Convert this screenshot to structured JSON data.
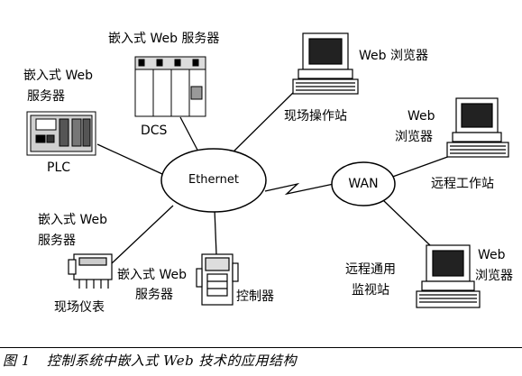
{
  "hub": {
    "ethernet": "Ethernet",
    "wan": "WAN"
  },
  "nodes": {
    "dcs": {
      "label_top": "嵌入式 Web 服务器",
      "label_bottom": "DCS"
    },
    "plc": {
      "label_line1": "嵌入式 Web",
      "label_line2": "服务器",
      "label_bottom": "PLC"
    },
    "field_station": {
      "label_right": "Web 浏览器",
      "label_bottom": "现场操作站"
    },
    "remote_workstation": {
      "label_top_line1": "Web",
      "label_top_line2": "浏览器",
      "label_bottom": "远程工作站"
    },
    "field_instrument": {
      "label_line1": "嵌入式 Web",
      "label_line2": "服务器",
      "label_bottom": "现场仪表"
    },
    "controller": {
      "label_line1": "嵌入式 Web",
      "label_line2": "服务器",
      "label_right": "控制器"
    },
    "remote_monitor": {
      "label_line1": "远程通用",
      "label_line2": "监视站",
      "label_right_line1": "Web",
      "label_right_line2": "浏览器"
    }
  },
  "caption": {
    "number": "图 1",
    "text": "控制系统中嵌入式 Web 技术的应用结构"
  }
}
